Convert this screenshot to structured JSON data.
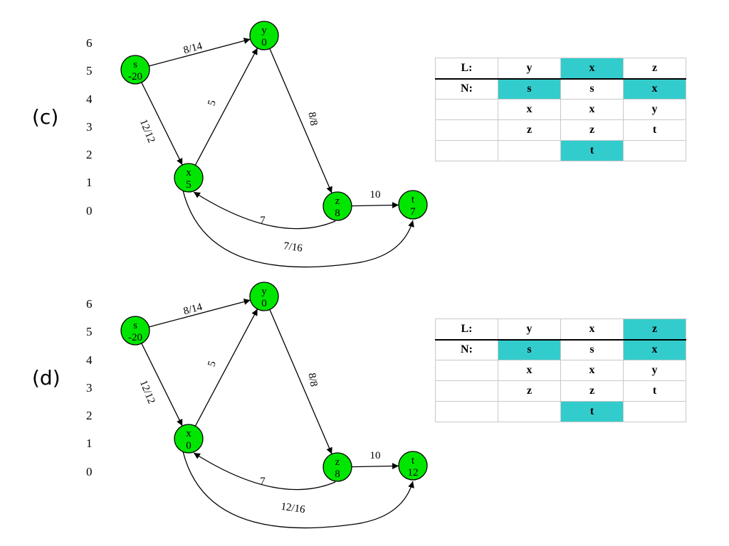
{
  "colors": {
    "node_fill": "#00e600",
    "highlight": "#33cccc",
    "edge": "#000000"
  },
  "level_axis": [
    "6",
    "5",
    "4",
    "3",
    "2",
    "1",
    "0"
  ],
  "panels": [
    {
      "id": "c",
      "label": "(c)",
      "nodes": [
        {
          "id": "s",
          "name": "s",
          "value": "-20"
        },
        {
          "id": "y",
          "name": "y",
          "value": "0"
        },
        {
          "id": "x",
          "name": "x",
          "value": "5"
        },
        {
          "id": "z",
          "name": "z",
          "value": "8"
        },
        {
          "id": "t",
          "name": "t",
          "value": "7"
        }
      ],
      "edges": [
        {
          "id": "s-y",
          "label": "8/14"
        },
        {
          "id": "s-x",
          "label": "12/12"
        },
        {
          "id": "x-y",
          "label": "5"
        },
        {
          "id": "y-z",
          "label": "8/8"
        },
        {
          "id": "z-t",
          "label": "10"
        },
        {
          "id": "z-x",
          "label": "7"
        },
        {
          "id": "x-t",
          "label": "7/16"
        }
      ],
      "table": {
        "rows": [
          [
            "L:",
            "y",
            "x",
            "z"
          ],
          [
            "N:",
            "s",
            "s",
            "x"
          ],
          [
            "",
            "x",
            "x",
            "y"
          ],
          [
            "",
            "z",
            "z",
            "t"
          ],
          [
            "",
            "",
            "t",
            ""
          ]
        ],
        "highlighted": [
          [
            0,
            2
          ],
          [
            1,
            1
          ],
          [
            1,
            3
          ],
          [
            4,
            2
          ]
        ]
      }
    },
    {
      "id": "d",
      "label": "(d)",
      "nodes": [
        {
          "id": "s",
          "name": "s",
          "value": "-20"
        },
        {
          "id": "y",
          "name": "y",
          "value": "0"
        },
        {
          "id": "x",
          "name": "x",
          "value": "0"
        },
        {
          "id": "z",
          "name": "z",
          "value": "8"
        },
        {
          "id": "t",
          "name": "t",
          "value": "12"
        }
      ],
      "edges": [
        {
          "id": "s-y",
          "label": "8/14"
        },
        {
          "id": "s-x",
          "label": "12/12"
        },
        {
          "id": "x-y",
          "label": "5"
        },
        {
          "id": "y-z",
          "label": "8/8"
        },
        {
          "id": "z-t",
          "label": "10"
        },
        {
          "id": "z-x",
          "label": "7"
        },
        {
          "id": "x-t",
          "label": "12/16"
        }
      ],
      "table": {
        "rows": [
          [
            "L:",
            "y",
            "x",
            "z"
          ],
          [
            "N:",
            "s",
            "s",
            "x"
          ],
          [
            "",
            "x",
            "x",
            "y"
          ],
          [
            "",
            "z",
            "z",
            "t"
          ],
          [
            "",
            "",
            "t",
            ""
          ]
        ],
        "highlighted": [
          [
            0,
            3
          ],
          [
            1,
            1
          ],
          [
            1,
            3
          ],
          [
            4,
            2
          ]
        ]
      }
    }
  ]
}
